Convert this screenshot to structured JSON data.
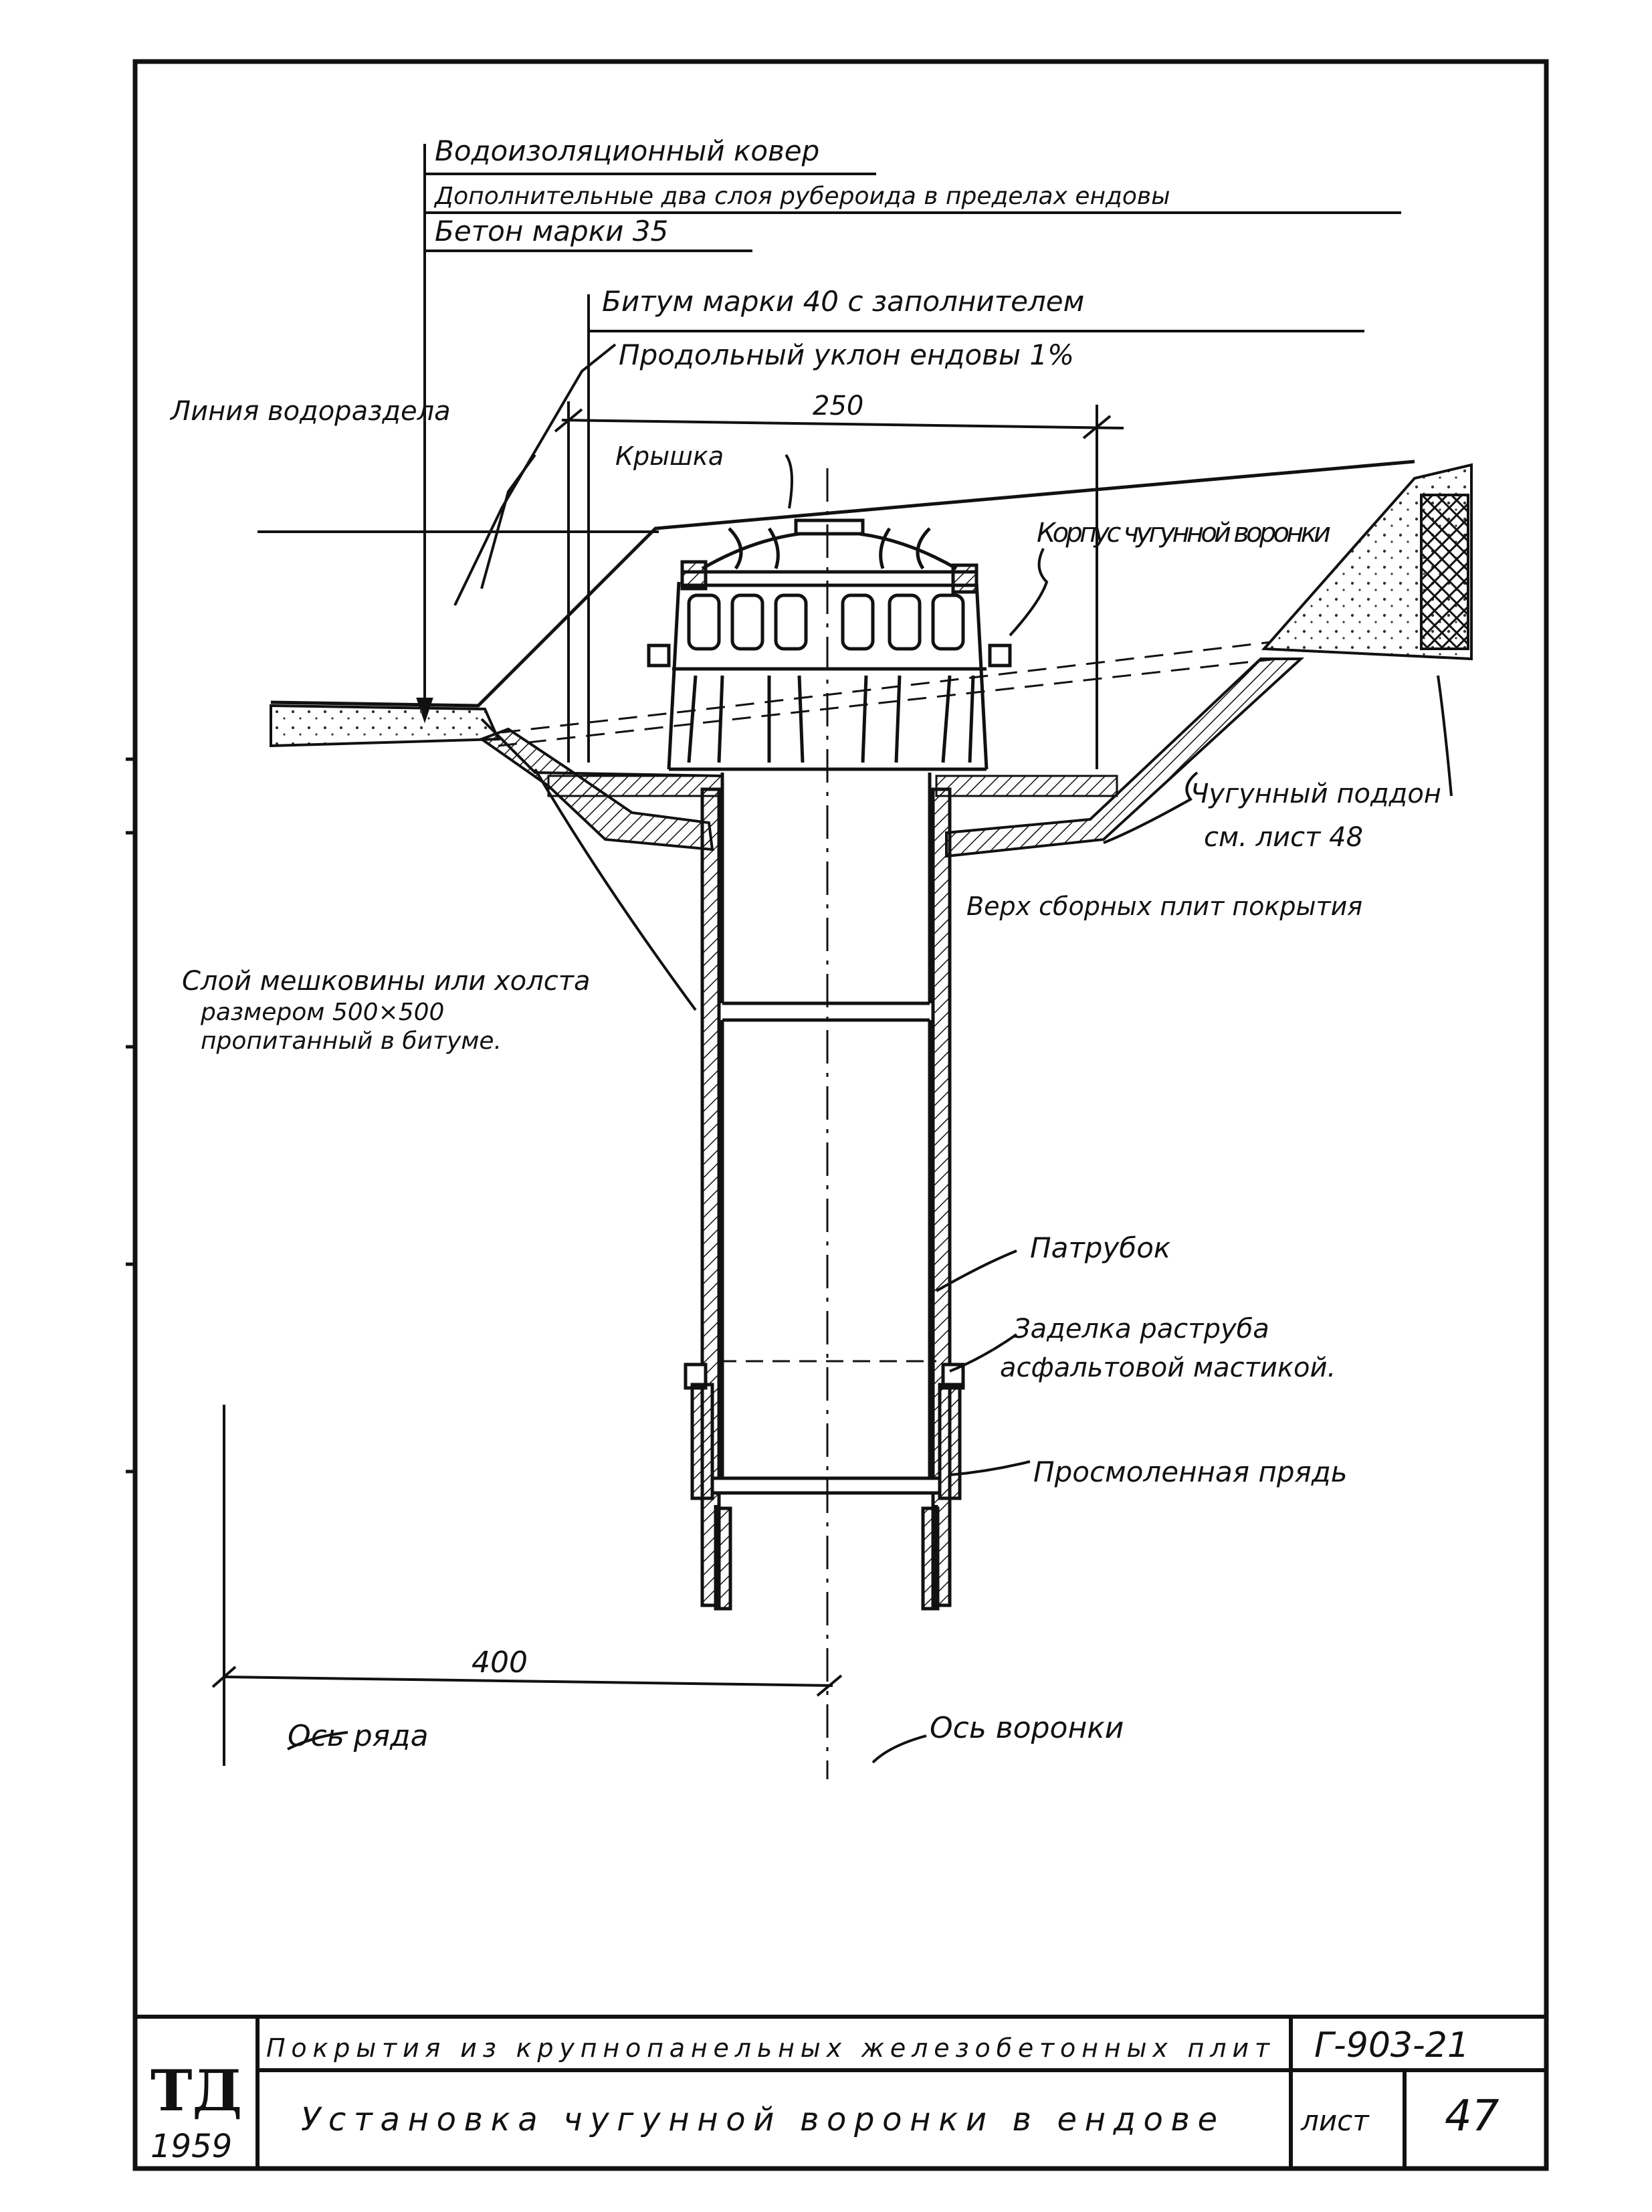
{
  "labels": {
    "waterproof_carpet": "Водоизоляционный ковер",
    "extra_layers": "Дополнительные два слоя рубероида в пределах ендовы",
    "concrete": "Бетон марки 35",
    "bitumen": "Битум марки 40 с заполнителем",
    "slope": "Продольный уклон ендовы 1%",
    "watershed": "Линия водораздела",
    "cover": "Крышка",
    "body": "Корпус чугунной воронки",
    "tray_1": "Чугунный поддон",
    "tray_2": "см. лист 48",
    "slab_top": "Верх сборных плит покрытия",
    "burlap_1": "Слой мешковины или холста",
    "burlap_2": "размером 500×500",
    "burlap_3": "пропитанный в битуме.",
    "pipe": "Патрубок",
    "socket_1": "Заделка раструба",
    "socket_2": "асфальтовой мастикой.",
    "strand": "Просмоленная прядь",
    "row_axis": "Ось ряда",
    "funnel_axis": "Ось воронки"
  },
  "dimensions": {
    "dim_top": "250",
    "dim_bottom": "400"
  },
  "title_block": {
    "logo": "ТД",
    "year": "1959",
    "project": "Покрытия из крупнопанельных железобетонных плит",
    "sheet_title": "Установка чугунной воронки в ендове",
    "code": "Г-903-21",
    "sheet_label": "лист",
    "sheet_number": "47"
  }
}
